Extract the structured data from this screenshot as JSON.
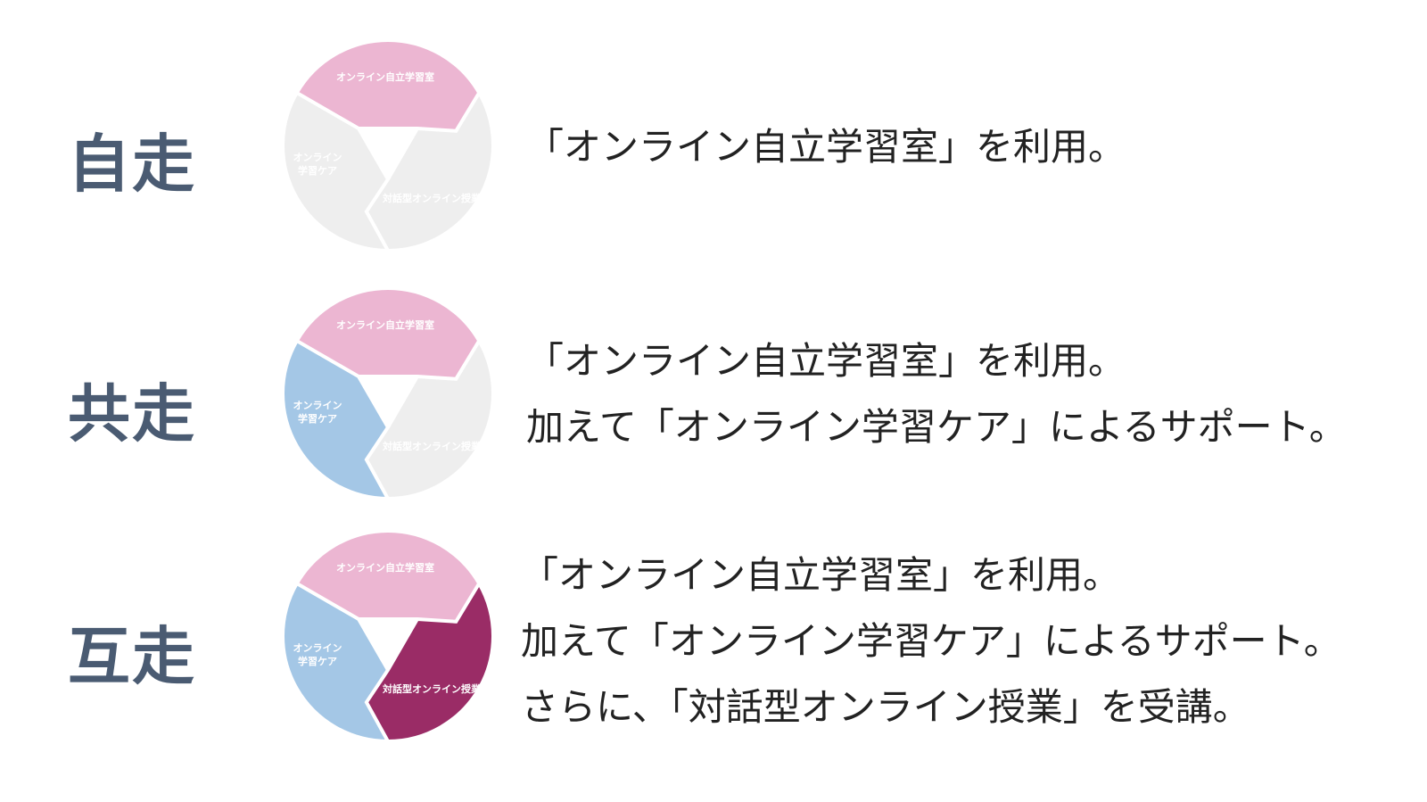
{
  "segments": {
    "self_study_room": "オンライン自立学習室",
    "care_line1": "オンライン",
    "care_line2": "学習ケア",
    "dialogue_class": "対話型オンライン授業"
  },
  "colors": {
    "pink": "#ecb6d2",
    "blue": "#a4c7e6",
    "magenta": "#9a2c66",
    "inactive": "#eeeeee",
    "label": "#4a5b72"
  },
  "rows": [
    {
      "label": "自走",
      "active": [
        "pink"
      ],
      "lines": [
        "「オンライン自立学習室」を利用。"
      ]
    },
    {
      "label": "共走",
      "active": [
        "pink",
        "blue"
      ],
      "lines": [
        "「オンライン自立学習室」を利用。",
        "加えて「オンライン学習ケア」によるサポート。"
      ]
    },
    {
      "label": "互走",
      "active": [
        "pink",
        "blue",
        "magenta"
      ],
      "lines": [
        "「オンライン自立学習室」を利用。",
        "加えて「オンライン学習ケア」によるサポート。",
        "さらに、「対話型オンライン授業」を受講。"
      ]
    }
  ]
}
